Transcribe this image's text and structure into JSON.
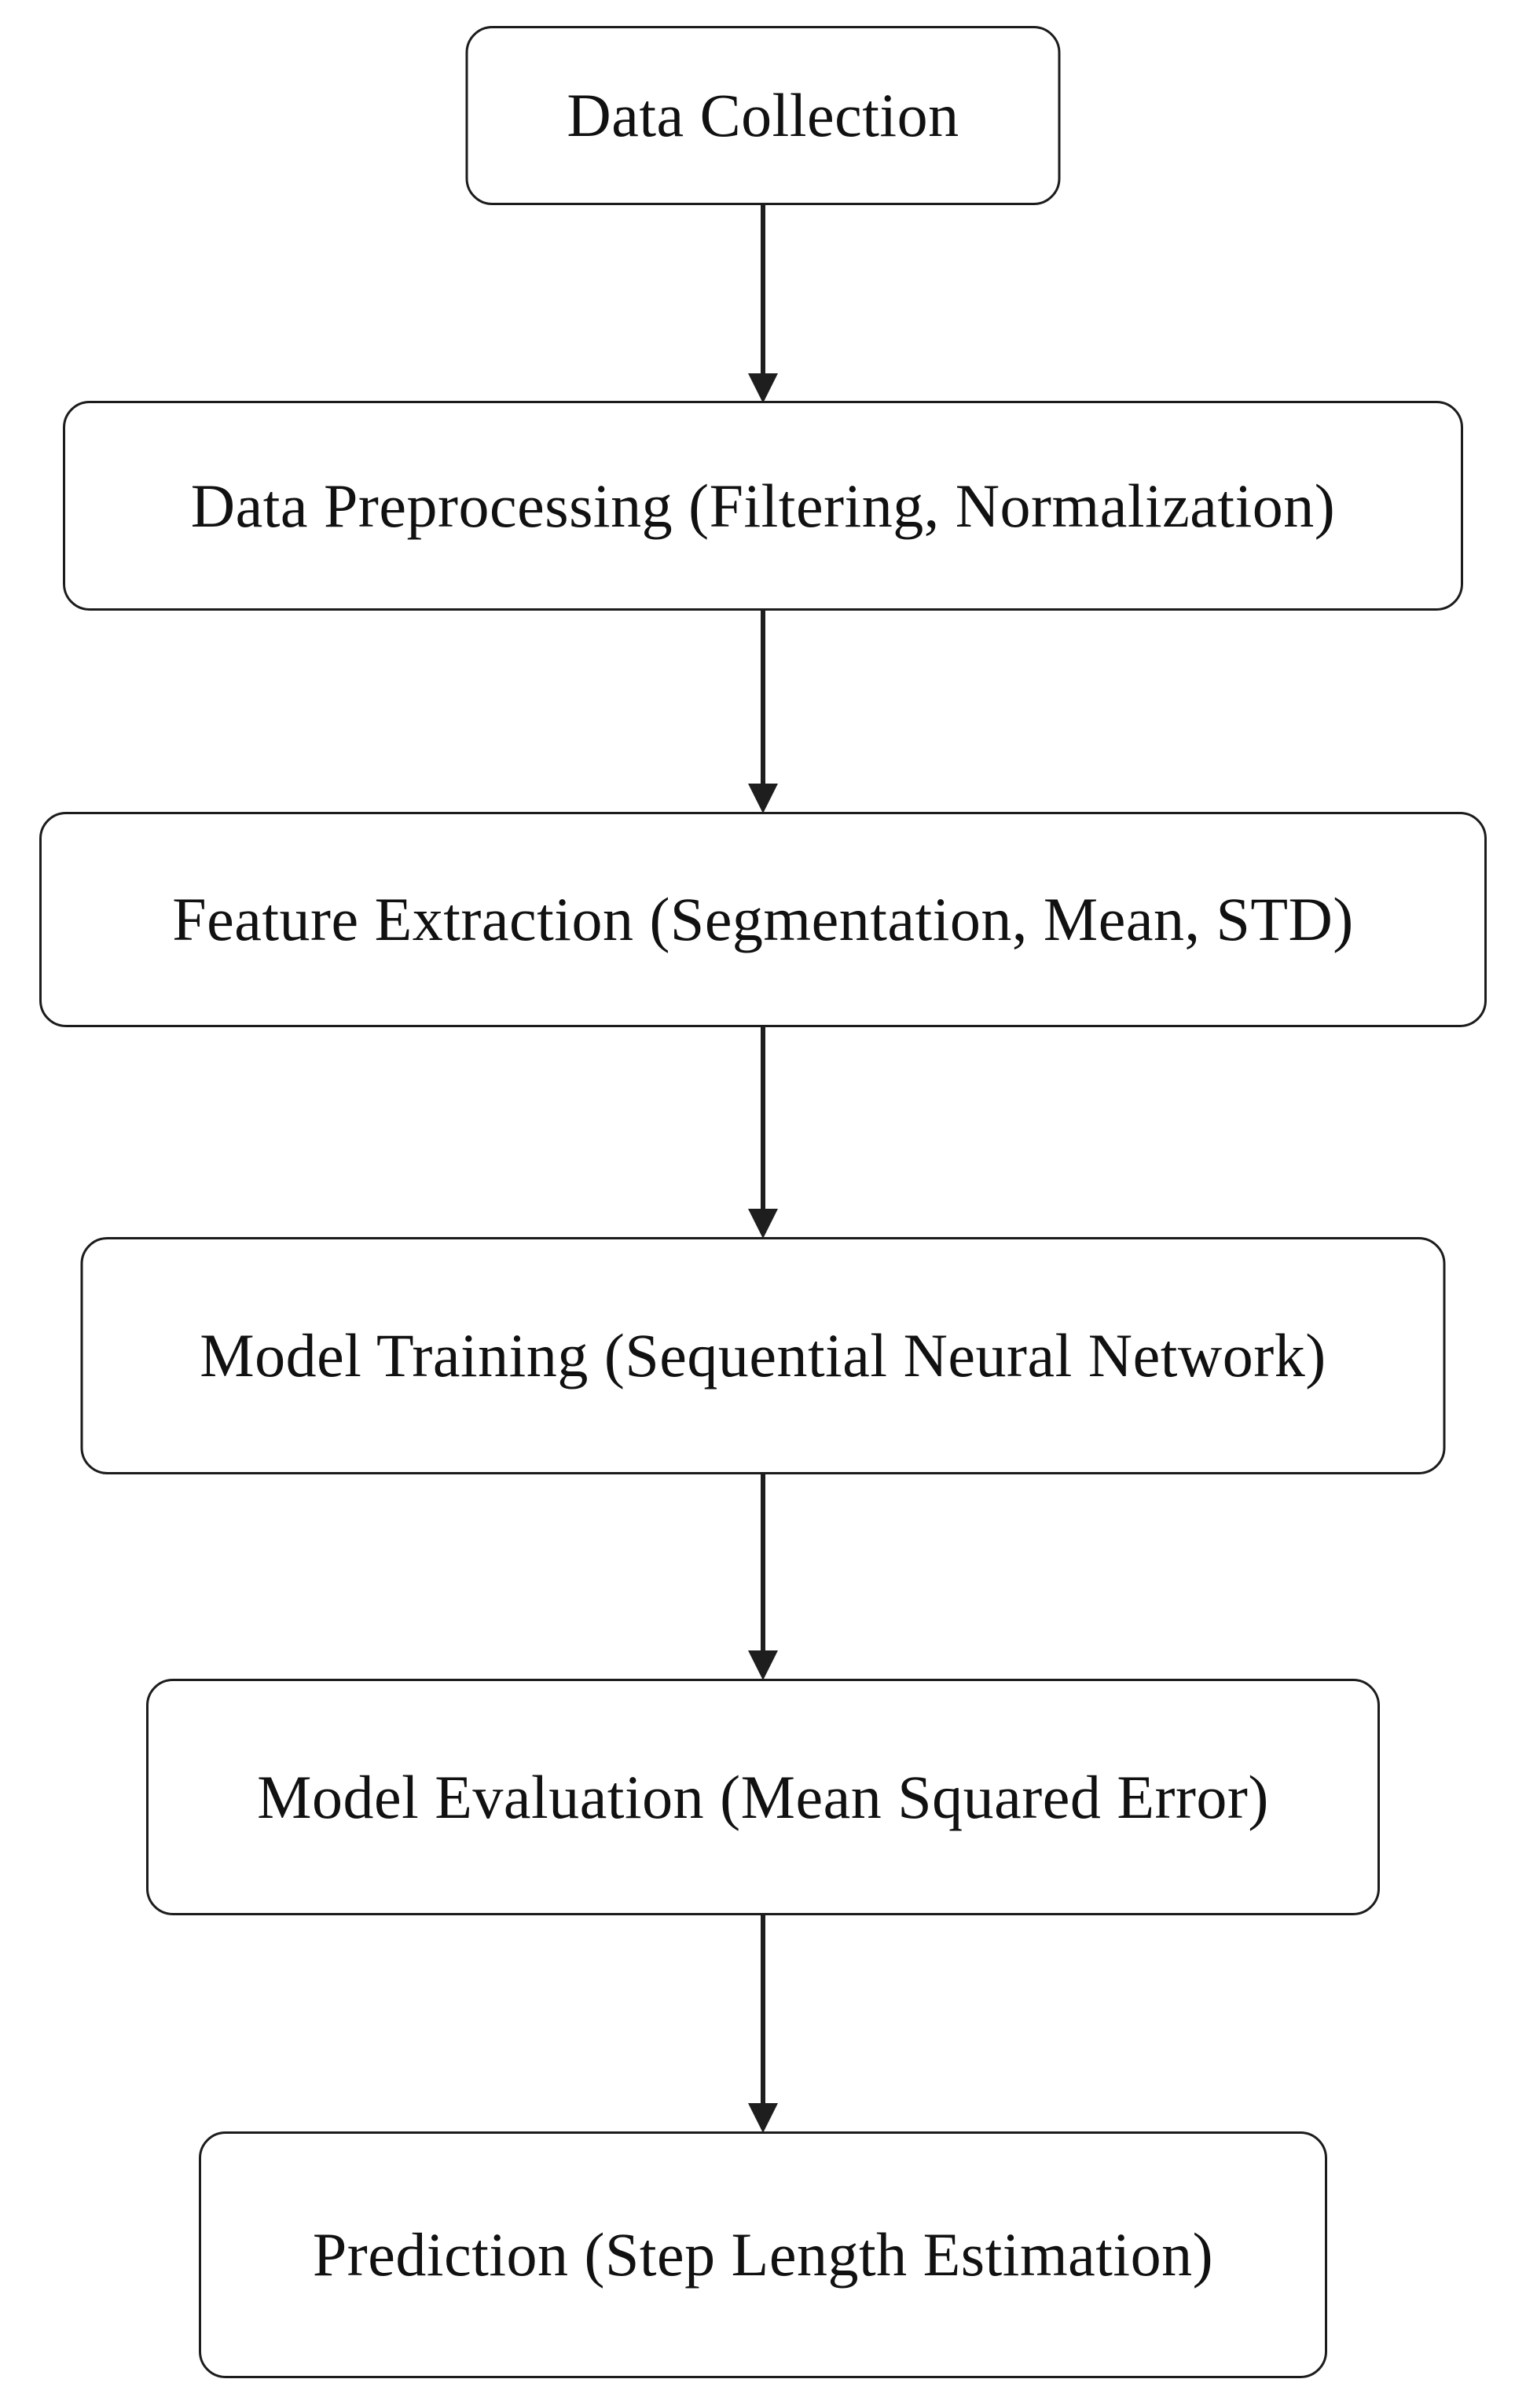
{
  "flowchart": {
    "type": "vertical-process-flow",
    "nodes": [
      {
        "id": "data-collection",
        "label": "Data Collection"
      },
      {
        "id": "data-preprocessing",
        "label": "Data Preprocessing (Filtering, Normalization)"
      },
      {
        "id": "feature-extraction",
        "label": "Feature Extraction (Segmentation, Mean, STD)"
      },
      {
        "id": "model-training",
        "label": "Model Training (Sequential Neural Network)"
      },
      {
        "id": "model-evaluation",
        "label": "Model Evaluation (Mean Squared Error)"
      },
      {
        "id": "prediction",
        "label": "Prediction (Step Length Estimation)"
      }
    ],
    "edges": [
      {
        "from": "data-collection",
        "to": "data-preprocessing"
      },
      {
        "from": "data-preprocessing",
        "to": "feature-extraction"
      },
      {
        "from": "feature-extraction",
        "to": "model-training"
      },
      {
        "from": "model-training",
        "to": "model-evaluation"
      },
      {
        "from": "model-evaluation",
        "to": "prediction"
      }
    ],
    "colors": {
      "node_border": "#1c1c1c",
      "node_background": "#ffffff",
      "text": "#111111",
      "arrow": "#1e1e1e",
      "page_background": "#ffffff"
    }
  }
}
